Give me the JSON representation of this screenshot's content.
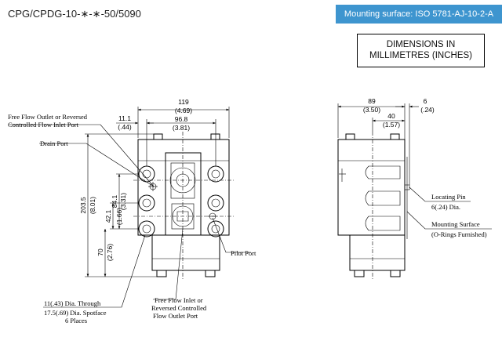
{
  "header": {
    "model_code": "CPG/CPDG-10-∗-∗-50/5090",
    "mounting_surface": "Mounting surface: ISO 5781-AJ-10-2-A",
    "units_line1": "DIMENSIONS IN",
    "units_line2": "MILLIMETRES (INCHES)"
  },
  "front_view": {
    "labels": {
      "free_flow_outlet_1": "Free Flow Outlet or Reversed",
      "free_flow_outlet_2": "Controlled Flow Inlet Port",
      "drain_port": "Drain Port",
      "pilot_port": "Pilot Port",
      "free_flow_inlet_1": "Free Flow Inlet or",
      "free_flow_inlet_2": "Reversed Controlled",
      "free_flow_inlet_3": "Flow Outlet Port",
      "dia_through": "11(.43) Dia. Through",
      "spotface": "17.5(.69) Dia. Spotface",
      "places": "6 Places"
    },
    "dimensions": {
      "width_mm": "119",
      "width_in": "(4.69)",
      "hole_span_mm": "96.8",
      "hole_span_in": "(3.81)",
      "offset_mm": "11.1",
      "offset_in": "(.44)",
      "height_mm": "203.5",
      "height_in": "(8.01)",
      "h1_mm": "84.1",
      "h1_in": "(3.31)",
      "h2_mm": "42.1",
      "h2_in": "(1.66)",
      "h3_mm": "70",
      "h3_in": "(2.76)"
    }
  },
  "side_view": {
    "labels": {
      "locating_pin": "Locating Pin",
      "pin_dia": "6(.24) Dia.",
      "mounting_surface": "Mounting Surface",
      "o_rings": "(O-Rings Furnished)"
    },
    "dimensions": {
      "depth_mm": "89",
      "depth_in": "(3.50)",
      "pin_mm": "6",
      "pin_in": "(.24)",
      "offset_mm": "40",
      "offset_in": "(1.57)"
    }
  }
}
